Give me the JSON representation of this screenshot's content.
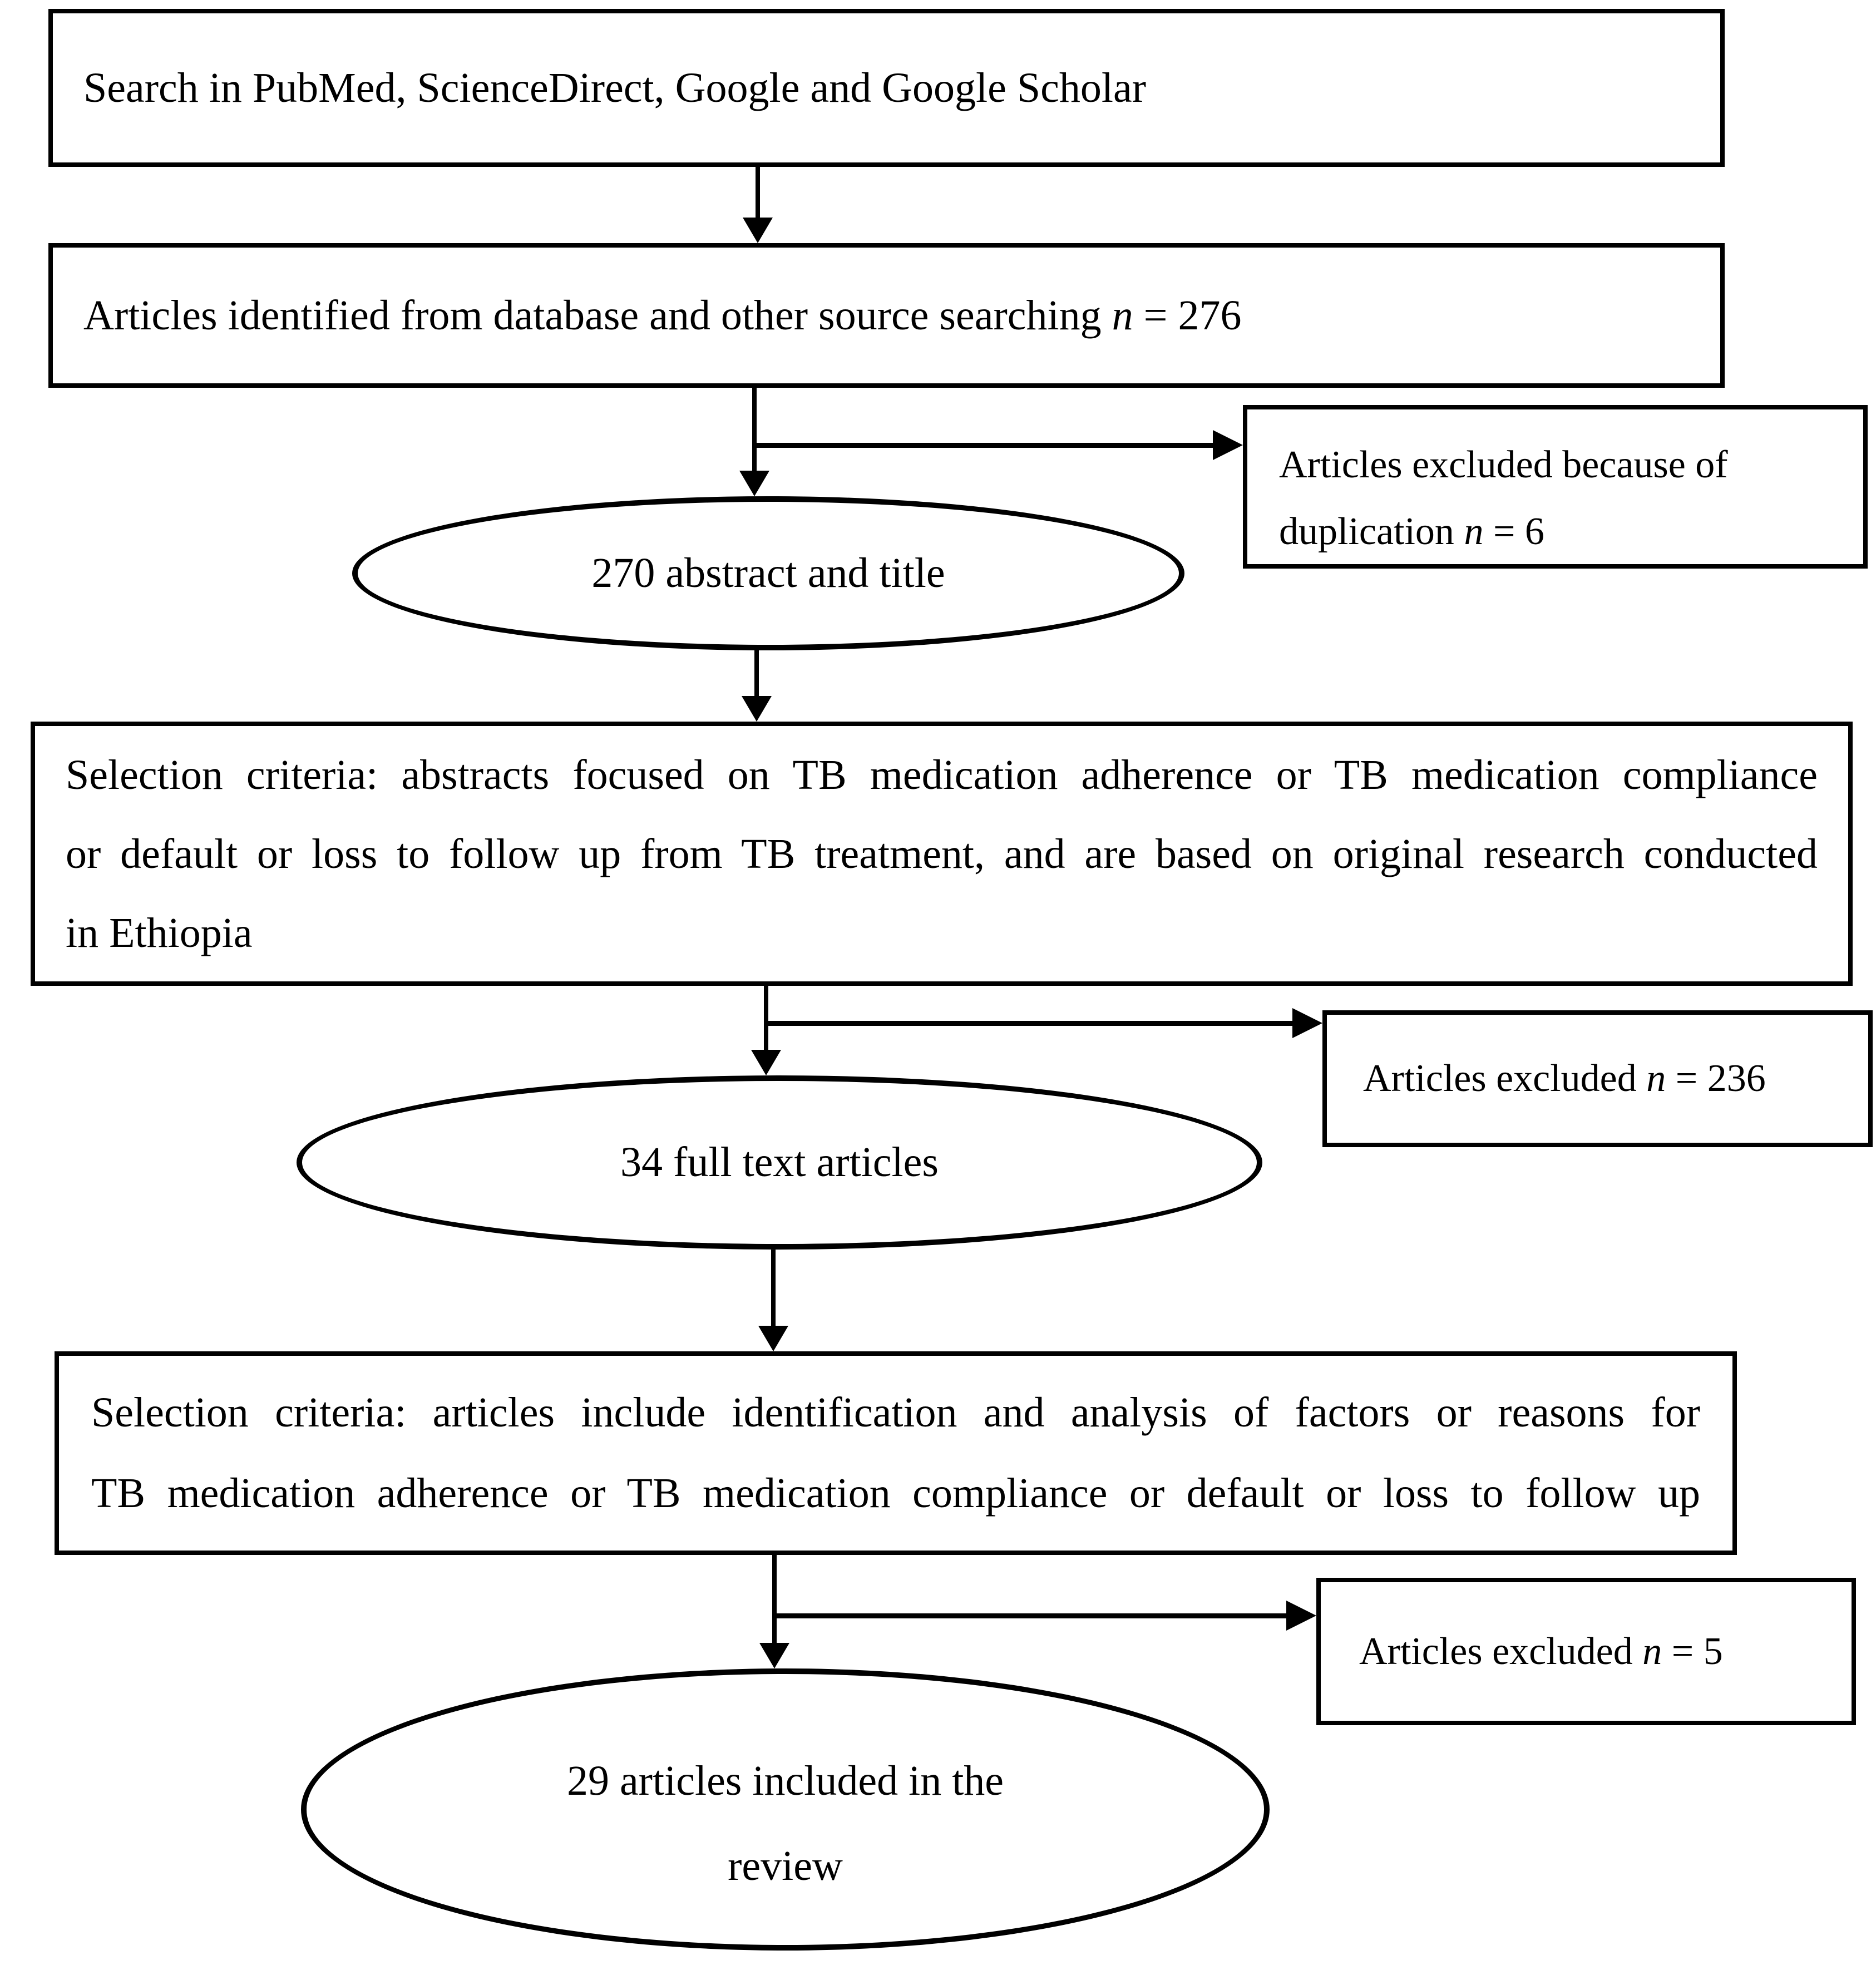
{
  "diagram": {
    "background": "#ffffff",
    "stroke_color": "#000000",
    "boxes": {
      "search": {
        "text": "Search in PubMed, ScienceDirect, Google and Google Scholar"
      },
      "identified": {
        "before": "Articles identified from database and other source searching ",
        "var": "n",
        "after": " = 276"
      },
      "excluded_duplication": {
        "line1": "Articles excluded because of",
        "line2_before": "duplication ",
        "var": "n",
        "line2_after": " = 6"
      },
      "criteria_abstracts": {
        "lines": [
          "Selection criteria: abstracts focused on TB medication adherence or TB medication compliance",
          "or default or loss to follow up from TB treatment, and are based on original research conducted",
          "in Ethiopia"
        ]
      },
      "excluded_screening": {
        "before": "Articles excluded ",
        "var": "n",
        "after": " = 236"
      },
      "criteria_articles": {
        "lines": [
          "Selection criteria: articles include identification and analysis of factors or reasons for",
          "TB medication adherence or TB medication compliance or default or loss to follow up"
        ]
      },
      "excluded_eligibility": {
        "before": "Articles excluded ",
        "var": "n",
        "after": " = 5"
      }
    },
    "ellipses": {
      "abstract_title": {
        "text": "270 abstract and title"
      },
      "full_text": {
        "text": "34 full text articles"
      },
      "included": {
        "line1": "29 articles included in the",
        "line2": "review"
      }
    }
  }
}
